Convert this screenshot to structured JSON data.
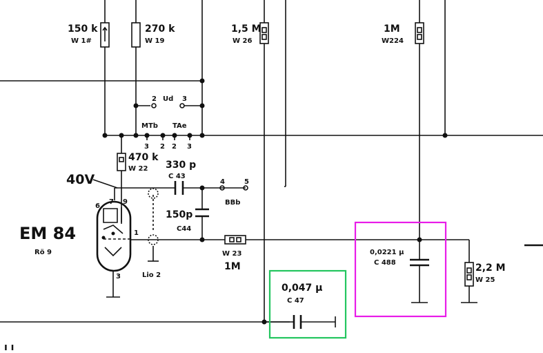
{
  "colors": {
    "ink": "#111111",
    "highlight_green": "#22c55e",
    "highlight_magenta": "#e81ce8"
  },
  "labels": {
    "r_150k": "150 k",
    "r_150k_code": "W 1#",
    "r_270k": "270 k",
    "r_270k_code": "W 19",
    "r_15m": "1,5 M",
    "r_15m_code": "W 26",
    "r_1m_top": "1M",
    "r_1m_top_code": "W224",
    "switch_2": "2",
    "switch_ud": "Ud",
    "switch_3": "3",
    "mtb": "MTb",
    "tae": "TAe",
    "n3a": "3",
    "n2a": "2",
    "n2b": "2",
    "n3b": "3",
    "r_470k": "470 k",
    "r_470k_code": "W 22",
    "c_330p": "330 p",
    "c_330p_code": "C 43",
    "node_4": "4",
    "node_5": "5",
    "bbb": "BBb",
    "v_40": "40V",
    "tube_name": "EM 84",
    "tube_code": "Rö 9",
    "pin_6": "6",
    "pin_7": "7",
    "pin_9": "9",
    "pin_1": "1",
    "pin_3": "3",
    "c_150p": "150p",
    "c_150p_code": "C44",
    "r_1m_bottom_code": "W 23",
    "r_1m_bottom": "1M",
    "lio2": "Lio 2",
    "c_0047": "0,047 μ",
    "c_0047_code": "C 47",
    "c_0022": "0,0221 μ",
    "c_0022_code": "C 488",
    "r_22m": "2,2 M",
    "r_22m_code": "W 25",
    "corner_mark": "ı ı"
  }
}
